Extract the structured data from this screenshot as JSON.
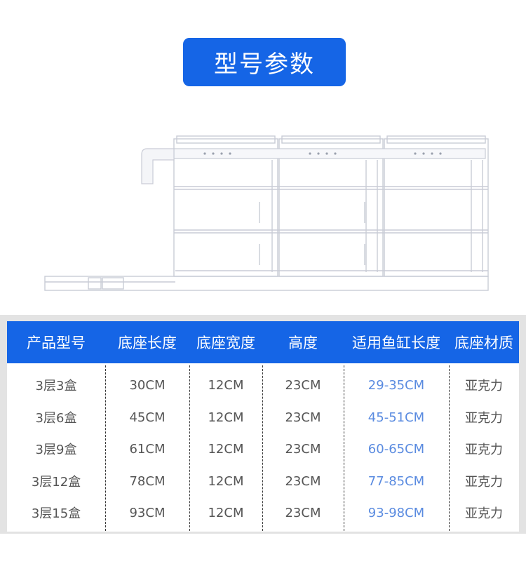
{
  "title": "型号参数",
  "table": {
    "headers": [
      "产品型号",
      "底座长度",
      "底座宽度",
      "高度",
      "适用鱼缸长度",
      "底座材质"
    ],
    "rows": [
      [
        "3层3盒",
        "30CM",
        "12CM",
        "23CM",
        "29-35CM",
        "亚克力"
      ],
      [
        "3层6盒",
        "45CM",
        "12CM",
        "23CM",
        "45-51CM",
        "亚克力"
      ],
      [
        "3层9盒",
        "61CM",
        "12CM",
        "23CM",
        "60-65CM",
        "亚克力"
      ],
      [
        "3层12盒",
        "78CM",
        "12CM",
        "23CM",
        "77-85CM",
        "亚克力"
      ],
      [
        "3层15盒",
        "93CM",
        "12CM",
        "23CM",
        "93-98CM",
        "亚克力"
      ]
    ]
  },
  "colors": {
    "accent": "#1565e6",
    "range_text": "#5a8be0"
  }
}
